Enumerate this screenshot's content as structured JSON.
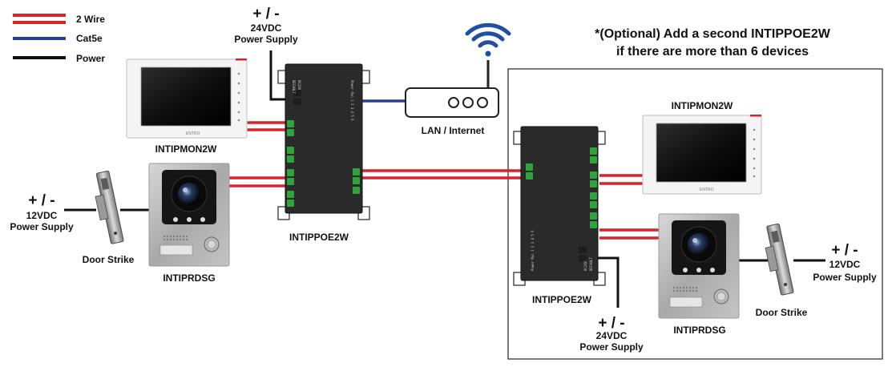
{
  "legend": {
    "two_wire": "2 Wire",
    "cat5e": "Cat5e",
    "power": "Power"
  },
  "colors": {
    "two_wire": "#d9232b",
    "cat5e": "#2b3f8f",
    "power": "#111111",
    "switch_body": "#2a2a2a",
    "terminal": "#2fa43a",
    "wifi": "#1e4fa0"
  },
  "power_supplies": {
    "top_sign": "+ / -",
    "top_text1": "24VDC",
    "top_text2": "Power Supply",
    "left_sign": "+ / -",
    "left_text1": "12VDC",
    "left_text2": "Power Supply",
    "right_sign": "+ / -",
    "right_text1": "12VDC",
    "right_text2": "Power Supply",
    "bottom_sign": "+ / -",
    "bottom_text1": "24VDC",
    "bottom_text2": "Power Supply"
  },
  "devices": {
    "monitor_left_label": "INTIPMON2W",
    "monitor_right_label": "INTIPMON2W",
    "doorstation_left_label": "INTIPRDSG",
    "doorstation_right_label": "INTIPRDSG",
    "switch_left_label": "INTIPPOE2W",
    "switch_right_label": "INTIPPOE2W",
    "strike_left_label": "Door Strike",
    "strike_right_label": "Door Strike",
    "router_label": "LAN / Internet",
    "monitor_brand": "ENTRO",
    "switch_side_text1": "DEFAULT",
    "switch_side_text2": "DC24V",
    "switch_top_text": "Power  Run  1  2  3  4  5  6"
  },
  "optional_box": {
    "line1": "*(Optional) Add a second INTIPPOE2W",
    "line2": "if there are more than 6 devices"
  }
}
